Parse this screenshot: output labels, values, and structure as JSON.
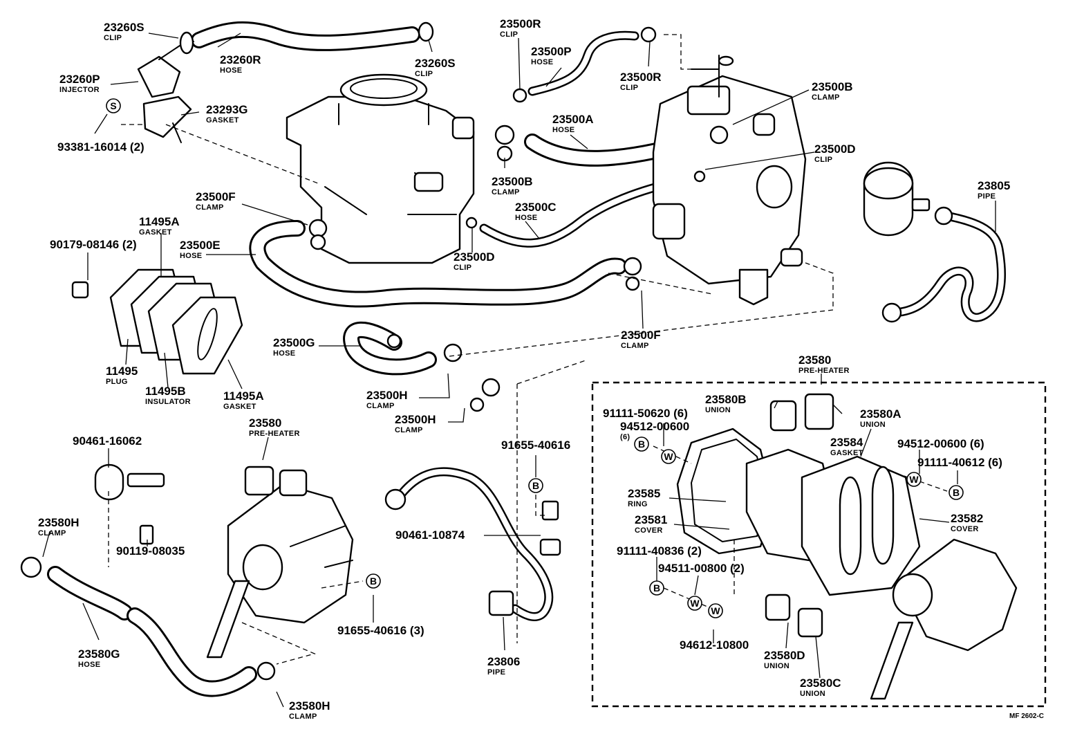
{
  "callouts": [
    {
      "id": "c23260S_a",
      "part": "23260S",
      "name": "CLIP"
    },
    {
      "id": "c23260R",
      "part": "23260R",
      "name": "HOSE"
    },
    {
      "id": "c23260S_b",
      "part": "23260S",
      "name": "CLIP"
    },
    {
      "id": "c23260P",
      "part": "23260P",
      "name": "INJECTOR"
    },
    {
      "id": "c23293G",
      "part": "23293G",
      "name": "GASKET"
    },
    {
      "id": "c93381",
      "part": "93381-16014 (2)",
      "name": ""
    },
    {
      "id": "c23500R_a",
      "part": "23500R",
      "name": "CLIP"
    },
    {
      "id": "c23500P",
      "part": "23500P",
      "name": "HOSE"
    },
    {
      "id": "c23500R_b",
      "part": "23500R",
      "name": "CLIP"
    },
    {
      "id": "c23500B_a",
      "part": "23500B",
      "name": "CLAMP"
    },
    {
      "id": "c23500A",
      "part": "23500A",
      "name": "HOSE"
    },
    {
      "id": "c23500D_a",
      "part": "23500D",
      "name": "CLIP"
    },
    {
      "id": "c23500B_b",
      "part": "23500B",
      "name": "CLAMP"
    },
    {
      "id": "c23805",
      "part": "23805",
      "name": "PIPE"
    },
    {
      "id": "c23500F_a",
      "part": "23500F",
      "name": "CLAMP"
    },
    {
      "id": "c23500C",
      "part": "23500C",
      "name": "HOSE"
    },
    {
      "id": "c11495A_a",
      "part": "11495A",
      "name": "GASKET"
    },
    {
      "id": "c90179",
      "part": "90179-08146 (2)",
      "name": ""
    },
    {
      "id": "c23500E",
      "part": "23500E",
      "name": "HOSE"
    },
    {
      "id": "c23500D_b",
      "part": "23500D",
      "name": "CLIP"
    },
    {
      "id": "c23500F_b",
      "part": "23500F",
      "name": "CLAMP"
    },
    {
      "id": "c23500G",
      "part": "23500G",
      "name": "HOSE"
    },
    {
      "id": "c11495",
      "part": "11495",
      "name": "PLUG"
    },
    {
      "id": "c11495B",
      "part": "11495B",
      "name": "INSULATOR"
    },
    {
      "id": "c11495A_b",
      "part": "11495A",
      "name": "GASKET"
    },
    {
      "id": "c23500H_a",
      "part": "23500H",
      "name": "CLAMP"
    },
    {
      "id": "c23500H_b",
      "part": "23500H",
      "name": "CLAMP"
    },
    {
      "id": "c23580_top",
      "part": "23580",
      "name": "PRE-HEATER"
    },
    {
      "id": "c23580B",
      "part": "23580B",
      "name": "UNION"
    },
    {
      "id": "c23580A",
      "part": "23580A",
      "name": "UNION"
    },
    {
      "id": "c91111_50620",
      "part": "91111-50620 (6)",
      "name": ""
    },
    {
      "id": "c94512_a",
      "part": "94512-00600",
      "name": "(6)"
    },
    {
      "id": "c23584",
      "part": "23584",
      "name": "GASKET"
    },
    {
      "id": "c94512_b",
      "part": "94512-00600 (6)",
      "name": ""
    },
    {
      "id": "c91111_40612",
      "part": "91111-40612 (6)",
      "name": ""
    },
    {
      "id": "c23585",
      "part": "23585",
      "name": "RING"
    },
    {
      "id": "c23581",
      "part": "23581",
      "name": "COVER"
    },
    {
      "id": "c23582",
      "part": "23582",
      "name": "COVER"
    },
    {
      "id": "c91111_40836",
      "part": "91111-40836 (2)",
      "name": ""
    },
    {
      "id": "c94511",
      "part": "94511-00800 (2)",
      "name": ""
    },
    {
      "id": "c94612",
      "part": "94612-10800",
      "name": ""
    },
    {
      "id": "c23580D",
      "part": "23580D",
      "name": "UNION"
    },
    {
      "id": "c23580C",
      "part": "23580C",
      "name": "UNION"
    },
    {
      "id": "c23580_left",
      "part": "23580",
      "name": "PRE-HEATER"
    },
    {
      "id": "c90461_16062",
      "part": "90461-16062",
      "name": ""
    },
    {
      "id": "c90119",
      "part": "90119-08035",
      "name": ""
    },
    {
      "id": "c23580H_a",
      "part": "23580H",
      "name": "CLAMP"
    },
    {
      "id": "c23580G",
      "part": "23580G",
      "name": "HOSE"
    },
    {
      "id": "c23580H_b",
      "part": "23580H",
      "name": "CLAMP"
    },
    {
      "id": "c91655_a",
      "part": "91655-40616",
      "name": ""
    },
    {
      "id": "c90461_10874",
      "part": "90461-10874",
      "name": ""
    },
    {
      "id": "c91655_b",
      "part": "91655-40616 (3)",
      "name": ""
    },
    {
      "id": "c23806",
      "part": "23806",
      "name": "PIPE"
    }
  ],
  "symbols": {
    "bolt": "B",
    "washer": "W",
    "standard": "S"
  },
  "figure_code": "MF 2602-C"
}
